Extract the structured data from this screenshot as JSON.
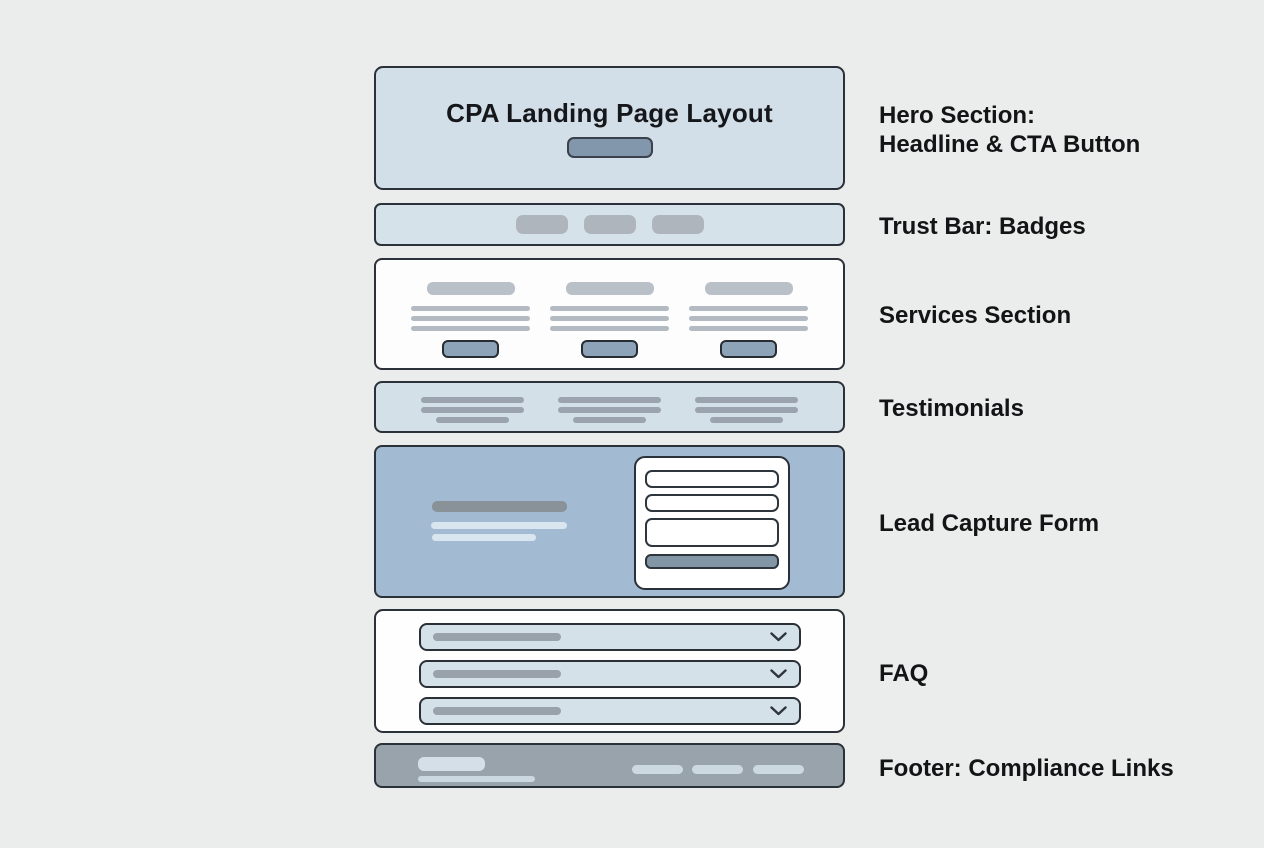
{
  "diagram": {
    "hero": {
      "title": "CPA Landing Page Layout"
    },
    "annotations": {
      "hero_line1": "Hero Section:",
      "hero_line2": "Headline & CTA Button",
      "trust": "Trust Bar: Badges",
      "services": "Services Section",
      "testimonials": "Testimonials",
      "lead": "Lead Capture Form",
      "faq": "FAQ",
      "footer": "Footer: Compliance Links"
    },
    "structure": {
      "trust_badges": 3,
      "services_columns": 3,
      "testimonial_groups": 3,
      "form_inputs": 2,
      "form_textareas": 1,
      "form_buttons": 1,
      "faq_rows": 3,
      "footer_links": 3
    },
    "colors": {
      "page_bg": "#ebecec",
      "panel_light_blue": "#d4e0e9",
      "panel_white": "#fdfdfd",
      "panel_steel_blue": "#a2bbd2",
      "panel_footer_gray": "#98a3ab",
      "button_slate": "#8297ab",
      "placeholder_gray": "#b3bac2",
      "outline_dark": "#2b3138",
      "label_text": "#131416"
    }
  }
}
